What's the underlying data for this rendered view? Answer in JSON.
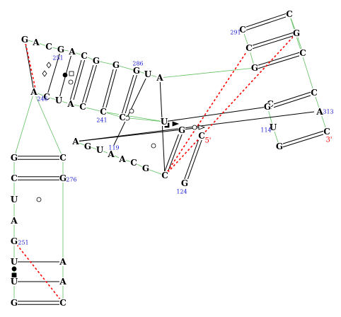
{
  "colors": {
    "backbone": "#5fbf5f",
    "pair": "#000000",
    "pseudoknot": "#ff0000",
    "number": "#1a1ad0",
    "prime": "#ff0000"
  },
  "bases": [
    {
      "id": "b0",
      "t": "G"
    },
    {
      "id": "b1",
      "t": "A"
    },
    {
      "id": "b2",
      "t": "C"
    },
    {
      "id": "b3",
      "t": "G"
    },
    {
      "id": "b4",
      "t": "A"
    },
    {
      "id": "b5",
      "t": "C"
    },
    {
      "id": "b6",
      "t": "G"
    },
    {
      "id": "b7",
      "t": "G"
    },
    {
      "id": "b8",
      "t": "G"
    },
    {
      "id": "b9",
      "t": "U"
    },
    {
      "id": "b10",
      "t": "A"
    },
    {
      "id": "b11",
      "t": "A"
    },
    {
      "id": "b12",
      "t": "C"
    },
    {
      "id": "b13",
      "t": "U"
    },
    {
      "id": "b14",
      "t": "A"
    },
    {
      "id": "b15",
      "t": "C"
    },
    {
      "id": "b16",
      "t": "C"
    },
    {
      "id": "b17",
      "t": "C"
    },
    {
      "id": "b18",
      "t": "U"
    },
    {
      "id": "b19",
      "t": "G"
    },
    {
      "id": "b20",
      "t": "C"
    },
    {
      "id": "b21",
      "t": "A"
    },
    {
      "id": "b22",
      "t": "G"
    },
    {
      "id": "b23",
      "t": "U"
    },
    {
      "id": "b24",
      "t": "A"
    },
    {
      "id": "b25",
      "t": "A"
    },
    {
      "id": "b26",
      "t": "C"
    },
    {
      "id": "b27",
      "t": "G"
    },
    {
      "id": "b28",
      "t": "C"
    },
    {
      "id": "b29",
      "t": "G"
    },
    {
      "id": "b30",
      "t": "C"
    },
    {
      "id": "b31",
      "t": "C"
    },
    {
      "id": "b32",
      "t": "G"
    },
    {
      "id": "b33",
      "t": "C"
    },
    {
      "id": "b34",
      "t": "C"
    },
    {
      "id": "b35",
      "t": "G"
    },
    {
      "id": "b36",
      "t": "C"
    },
    {
      "id": "b37",
      "t": "A"
    },
    {
      "id": "b38",
      "t": "C"
    },
    {
      "id": "b39",
      "t": "G"
    },
    {
      "id": "b40",
      "t": "U"
    },
    {
      "id": "b41",
      "t": "G"
    },
    {
      "id": "b42",
      "t": "G"
    },
    {
      "id": "b43",
      "t": "C"
    },
    {
      "id": "b44",
      "t": "U"
    },
    {
      "id": "b45",
      "t": "A"
    },
    {
      "id": "b46",
      "t": "G"
    },
    {
      "id": "b47",
      "t": "U"
    },
    {
      "id": "b48",
      "t": "U"
    },
    {
      "id": "b49",
      "t": "G"
    },
    {
      "id": "b50",
      "t": "C"
    },
    {
      "id": "b51",
      "t": "G"
    },
    {
      "id": "b52",
      "t": "A"
    },
    {
      "id": "b53",
      "t": "A"
    },
    {
      "id": "b54",
      "t": "C"
    }
  ],
  "numbers": [
    {
      "id": "n251a",
      "t": "251"
    },
    {
      "id": "n286",
      "t": "286"
    },
    {
      "id": "n246",
      "t": "246"
    },
    {
      "id": "n241",
      "t": "241"
    },
    {
      "id": "n291",
      "t": "291"
    },
    {
      "id": "n313",
      "t": "313"
    },
    {
      "id": "n114",
      "t": "114"
    },
    {
      "id": "n119",
      "t": "119"
    },
    {
      "id": "n124",
      "t": "124"
    },
    {
      "id": "n276",
      "t": "276"
    },
    {
      "id": "n251b",
      "t": "251"
    }
  ],
  "primes": [
    {
      "id": "p1",
      "t": "5'"
    },
    {
      "id": "p2",
      "t": "3'"
    }
  ]
}
